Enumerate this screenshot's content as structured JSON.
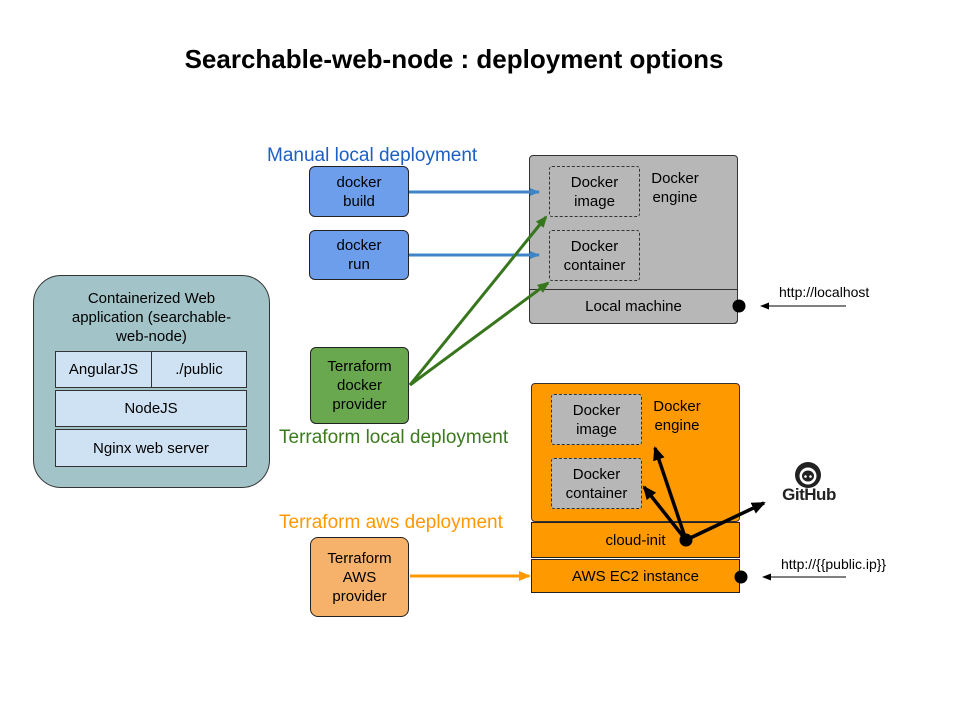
{
  "title": "Searchable-web-node : deployment options",
  "sections": {
    "manual": "Manual local deployment",
    "terraform_local": "Terraform local deployment",
    "terraform_aws": "Terraform aws deployment"
  },
  "app": {
    "title": "Containerized Web application (searchable-web-node)",
    "cells": {
      "angular": "AngularJS",
      "public": "./public",
      "nodejs": "NodeJS",
      "nginx": "Nginx web server"
    }
  },
  "buttons": {
    "docker_build": "docker build",
    "docker_run": "docker run",
    "tf_docker": "Terraform docker provider",
    "tf_aws": "Terraform AWS provider"
  },
  "local_machine": {
    "engine": "Docker engine",
    "image": "Docker image",
    "container": "Docker container",
    "label": "Local machine",
    "url": "http://localhost"
  },
  "aws": {
    "engine": "Docker engine",
    "image": "Docker image",
    "container": "Docker container",
    "cloud_init": "cloud-init",
    "instance": "AWS EC2 instance",
    "url": "http://{{public.ip}}",
    "github": "GitHub"
  },
  "colors": {
    "blue_arrow": "#3d85c6",
    "green_arrow": "#38761d",
    "orange_arrow": "#ff9900",
    "manual_text": "#1c5fc4",
    "terraform_local_text": "#3c7a1e",
    "terraform_aws_text": "#ff9900",
    "app_bg": "#a2c4c9",
    "local_bg": "#b7b7b7",
    "aws_bg": "#ff9900"
  }
}
